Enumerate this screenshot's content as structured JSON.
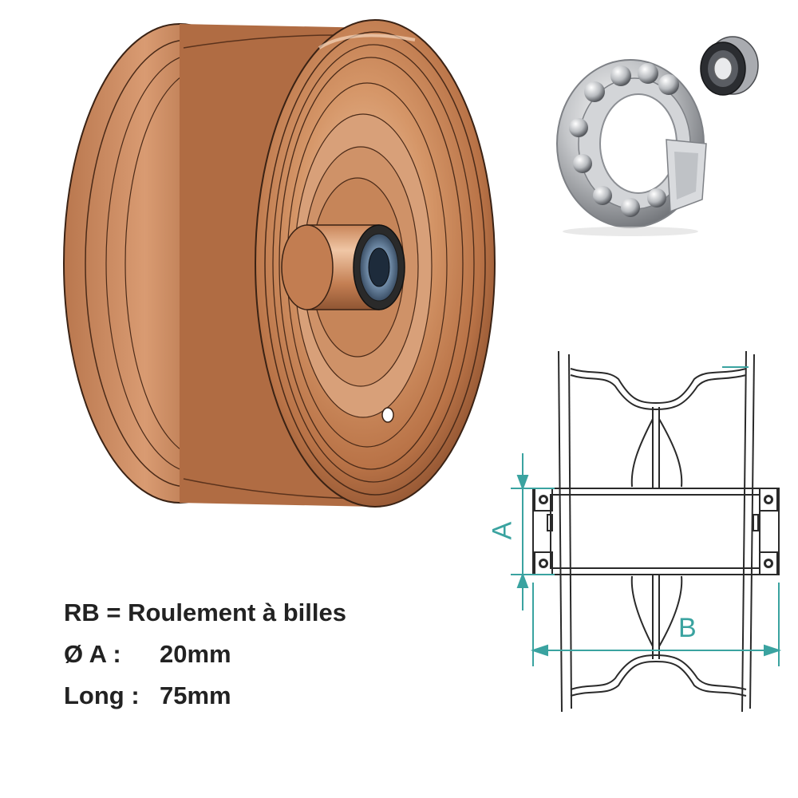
{
  "specs": {
    "rb_line": "RB = Roulement à billes",
    "diameter_key": "Ø A :",
    "diameter_value": "20mm",
    "length_key": "Long :",
    "length_value": "75mm"
  },
  "diagram": {
    "label_a": "A",
    "label_b": "B"
  },
  "colors": {
    "wheel_copper": "#c8875c",
    "wheel_copper_dark": "#8a5234",
    "wheel_copper_light": "#e8b48e",
    "dimension_teal": "#3aa3a0",
    "text": "#222222",
    "line": "#2a2a2a"
  },
  "icons": {
    "wheel": "copper-wheel-render",
    "bearing": "ball-bearing-cutaway",
    "small_bearing": "sealed-bearing",
    "section": "wheel-cross-section"
  }
}
